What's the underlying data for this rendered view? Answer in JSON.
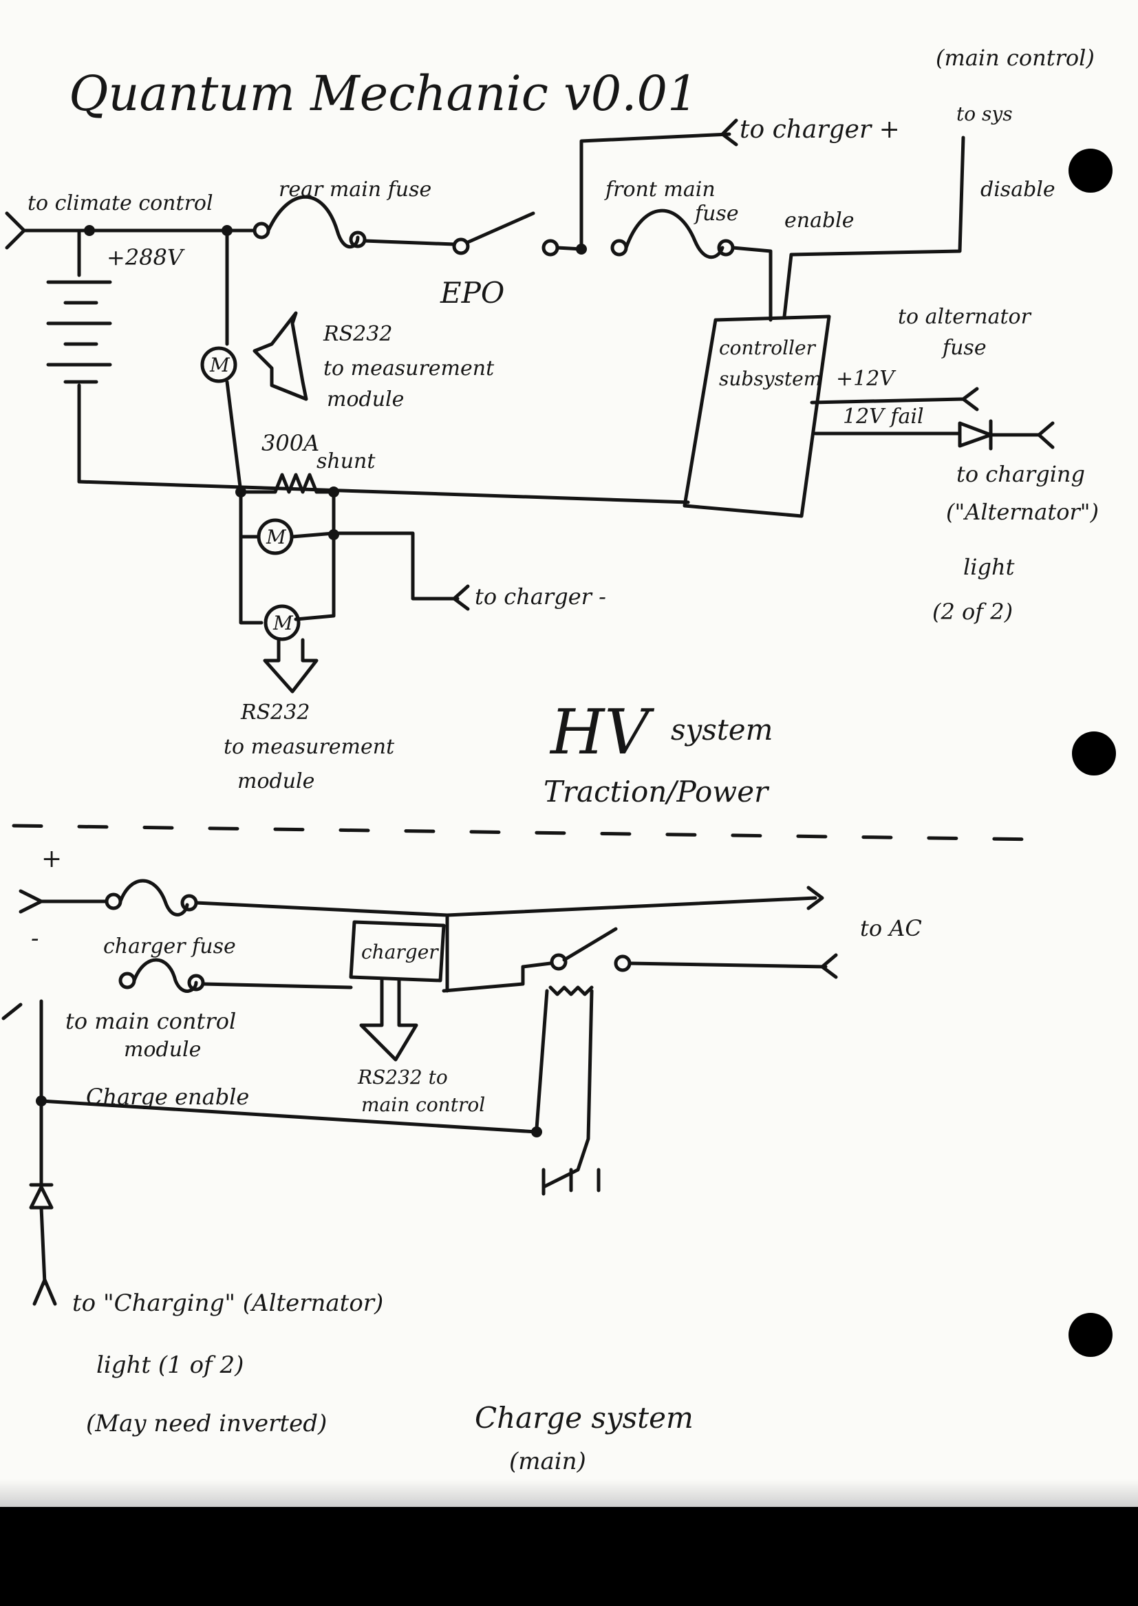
{
  "title": "Quantum Mechanic v0.01",
  "corner_label": "(main control)",
  "hv": {
    "to_sys": "to sys",
    "sys_disable": "disable",
    "to_charger_plus": "to charger +",
    "to_climate_control": "to climate control",
    "battery_voltage": "+288V",
    "rear_main_fuse": "rear main fuse",
    "front_main_fuse_1": "front main",
    "front_main_fuse_2": "fuse",
    "enable": "enable",
    "epo": "EPO",
    "rs232_top_1": "RS232",
    "rs232_top_2": "to measurement",
    "rs232_top_3": "module",
    "shunt_1": "300A",
    "shunt_2": "shunt",
    "meter": "M",
    "controller_1": "controller",
    "controller_2": "subsystem",
    "plus_12v": "+12V",
    "fail_12v": "12V fail",
    "to_alternator_fuse_1": "to alternator",
    "to_alternator_fuse_2": "fuse",
    "to_charging_1": "to charging",
    "to_charging_2": "(\"Alternator\")",
    "to_charging_3": "light",
    "to_charging_4": "(2 of 2)",
    "to_charger_minus": "to charger -",
    "rs232_bottom_1": "RS232",
    "rs232_bottom_2": "to measurement",
    "rs232_bottom_3": "module",
    "system_hv": "HV",
    "system_word": "system",
    "system_sub": "Traction/Power"
  },
  "charge": {
    "plus": "+",
    "minus": "-",
    "charger_fuse": "charger fuse",
    "charger_box": "charger",
    "to_ac": "to AC",
    "to_main_control_1": "to main control",
    "to_main_control_2": "module",
    "to_main_control_3": "Charge enable",
    "rs232_1": "RS232 to",
    "rs232_2": "main control",
    "to_charging_light_1": "to \"Charging\" (Alternator)",
    "to_charging_light_2": "light (1 of 2)",
    "to_charging_light_3": "(May need inverted)",
    "system_1": "Charge system",
    "system_2": "(main)"
  },
  "colors": {
    "paper": "#fbfbf8",
    "ink": "#141414",
    "background": "#000000"
  }
}
